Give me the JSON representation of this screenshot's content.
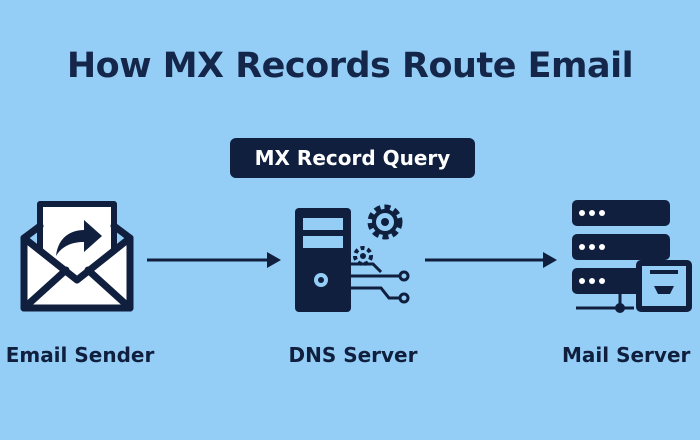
{
  "diagram": {
    "title": "How MX Records Route Email",
    "badge": "MX Record Query",
    "nodes": [
      {
        "id": "sender",
        "label": "Email Sender",
        "icon": "envelope-forward-icon"
      },
      {
        "id": "dns",
        "label": "DNS Server",
        "icon": "dns-server-icon"
      },
      {
        "id": "mail",
        "label": "Mail Server",
        "icon": "mail-server-icon"
      }
    ],
    "edges": [
      {
        "from": "sender",
        "to": "dns"
      },
      {
        "from": "dns",
        "to": "mail"
      }
    ]
  },
  "colors": {
    "background": "#94cdf6",
    "ink": "#0f1f3d",
    "badge_text": "#ffffff"
  }
}
